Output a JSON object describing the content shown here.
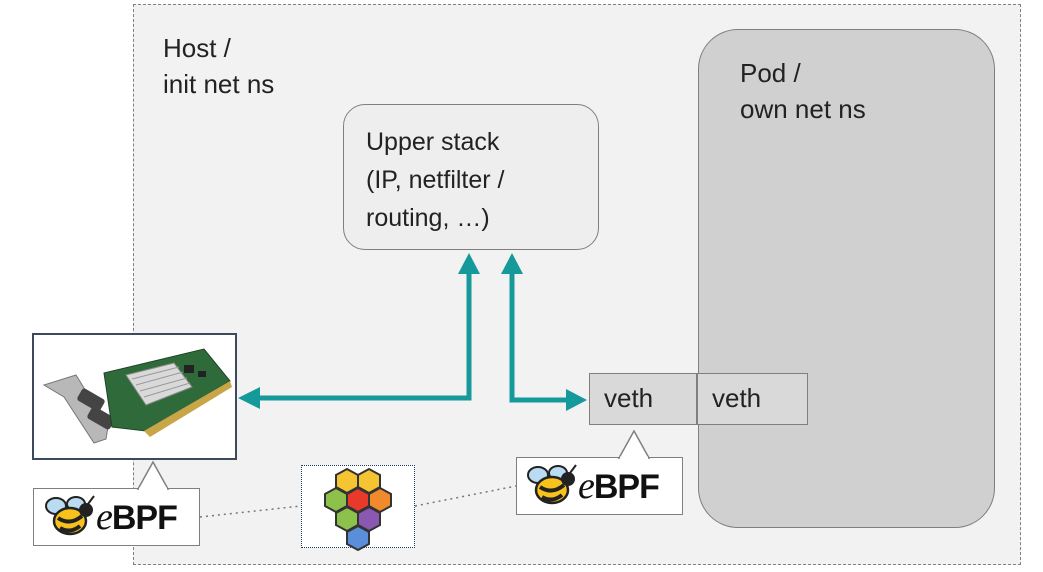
{
  "host": {
    "line1": "Host /",
    "line2": "init net ns"
  },
  "pod": {
    "line1": "Pod /",
    "line2": "own net ns"
  },
  "upper_stack": {
    "line1": "Upper stack",
    "line2": "(IP,  netfilter /",
    "line3": "routing, …)"
  },
  "veth_host": "veth",
  "veth_pod": "veth",
  "ebpf_logo_left": {
    "text_e": "e",
    "text_bpf": "BPF"
  },
  "ebpf_logo_right": {
    "text_e": "e",
    "text_bpf": "BPF"
  },
  "icons": {
    "nic": "network-card-icon",
    "bee": "ebpf-bee-icon",
    "hexagons": "cilium-hexagon-logo-icon"
  },
  "colors": {
    "arrow": "#15999a",
    "host_bg": "#f2f2f2",
    "pod_bg": "#d0d0d0",
    "veth_bg": "#d9d9d9"
  }
}
